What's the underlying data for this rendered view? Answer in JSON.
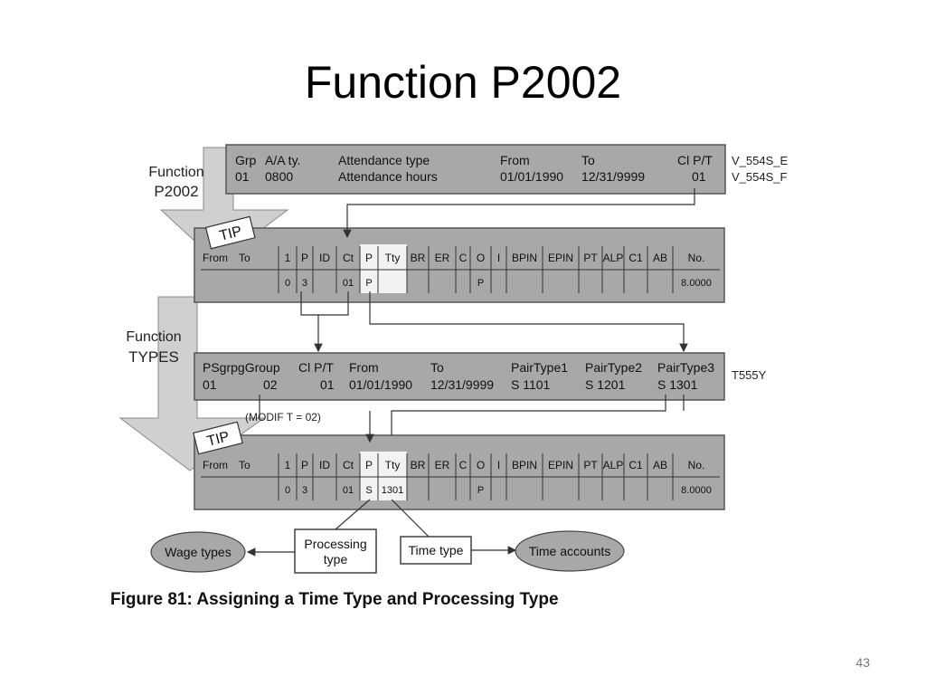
{
  "slide": {
    "title": "Function P2002",
    "page_number": "43"
  },
  "figure": {
    "caption": "Figure 81:  Assigning a Time Type and Processing Type",
    "function_labels": [
      {
        "line1": "Function",
        "line2": "P2002"
      },
      {
        "line1": "Function",
        "line2": "TYPES"
      }
    ],
    "tip_labels": [
      "TIP",
      "TIP"
    ],
    "top_table": {
      "headers": [
        "Grp",
        "A/A ty.",
        "Attendance type",
        "From",
        "To",
        "Cl P/T"
      ],
      "values": [
        "01",
        "0800",
        "Attendance hours",
        "01/01/1990",
        "12/31/9999",
        "01"
      ],
      "views": [
        "V_554S_E",
        "V_554S_F"
      ]
    },
    "tip_table_headers": [
      "From",
      "To",
      "1",
      "P",
      "ID",
      "Ct",
      "P",
      "Tty",
      "BR",
      "ER",
      "C",
      "O",
      "I",
      "BPIN",
      "EPIN",
      "PT",
      "ALP",
      "C1",
      "AB",
      "No."
    ],
    "tip_row1_values": [
      "",
      "",
      "0",
      "3",
      "",
      "01",
      "P",
      "",
      "",
      "",
      "",
      "P",
      "",
      "",
      "",
      "",
      "",
      "",
      "",
      "8.0000"
    ],
    "tip_row2_values": [
      "",
      "",
      "0",
      "3",
      "",
      "01",
      "S",
      "1301",
      "",
      "",
      "",
      "P",
      "",
      "",
      "",
      "",
      "",
      "",
      "",
      "8.0000"
    ],
    "types_table": {
      "headers": [
        "PSgrpgGroup",
        "Cl P/T",
        "From",
        "To",
        "PairType1",
        "PairType2",
        "PairType3"
      ],
      "values": [
        "01",
        "02",
        "01",
        "01/01/1990",
        "12/31/9999",
        "S 1101",
        "S 1201",
        "S 1301"
      ],
      "table_name": "T555Y"
    },
    "modif_note": "(MODIF T = 02)",
    "flow": {
      "wage_types": "Wage types",
      "processing_type_line1": "Processing",
      "processing_type_line2": "type",
      "time_type": "Time type",
      "time_accounts": "Time accounts"
    }
  }
}
